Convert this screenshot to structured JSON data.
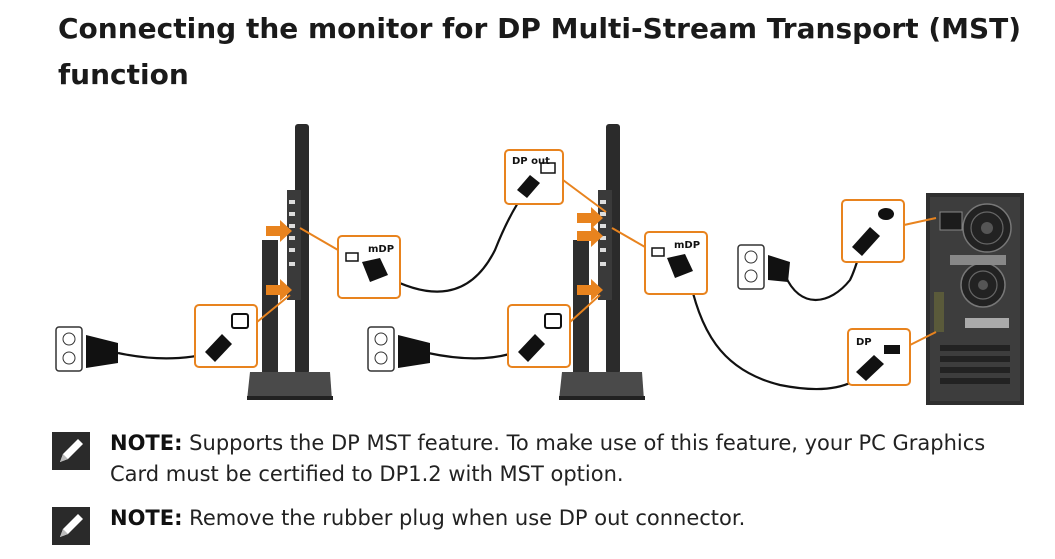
{
  "heading": "Connecting the monitor for DP Multi-Stream Transport (MST) function",
  "diagram": {
    "labels": {
      "dp_out": "DP out",
      "mdp_first": "mDP",
      "mdp_second": "mDP",
      "dp_pc": "DP"
    },
    "accent_color": "#e8831e"
  },
  "notes": [
    {
      "label": "NOTE:",
      "text": " Supports the DP MST feature. To make use of this feature, your PC Graphics Card must be certified to DP1.2 with MST option."
    },
    {
      "label": "NOTE:",
      "text": " Remove the rubber plug when use DP out connector."
    }
  ],
  "icons": {
    "note": "pencil-note-icon"
  }
}
